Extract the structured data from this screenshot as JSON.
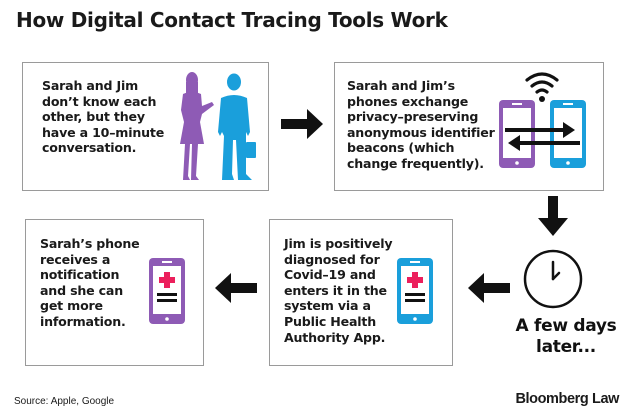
{
  "title": "How Digital Contact Tracing Tools Work",
  "steps": [
    {
      "text": "Sarah and Jim\ndon’t know each\nother, but they\nhave a 10–minute\nconversation.",
      "icon": "two-people-silhouette"
    },
    {
      "text": "Sarah and Jim’s\nphones exchange\nprivacy–preserving\nanonymous identifier\nbeacons (which\nchange frequently).",
      "icon": "phones-exchange-wifi"
    },
    {
      "text": "Jim is positively\ndiagnosed for\nCovid–19 and\nenters it in the\nsystem via a\nPublic Health\nAuthority App.",
      "icon": "blue-phone-health-app"
    },
    {
      "text": "Sarah’s phone\nreceives a\nnotification\nand she can\nget more\ninformation.",
      "icon": "purple-phone-notification"
    }
  ],
  "time_gap": {
    "label": "A few days\nlater...",
    "icon": "clock"
  },
  "colors": {
    "sarah_purple": "#8e5bb5",
    "jim_blue": "#1a9fdb",
    "health_red": "#ec1f5c",
    "arrow_black": "#111111",
    "border_gray": "#9a9a9a"
  },
  "footer": {
    "source": "Source: Apple, Google",
    "brand": "Bloomberg Law"
  }
}
